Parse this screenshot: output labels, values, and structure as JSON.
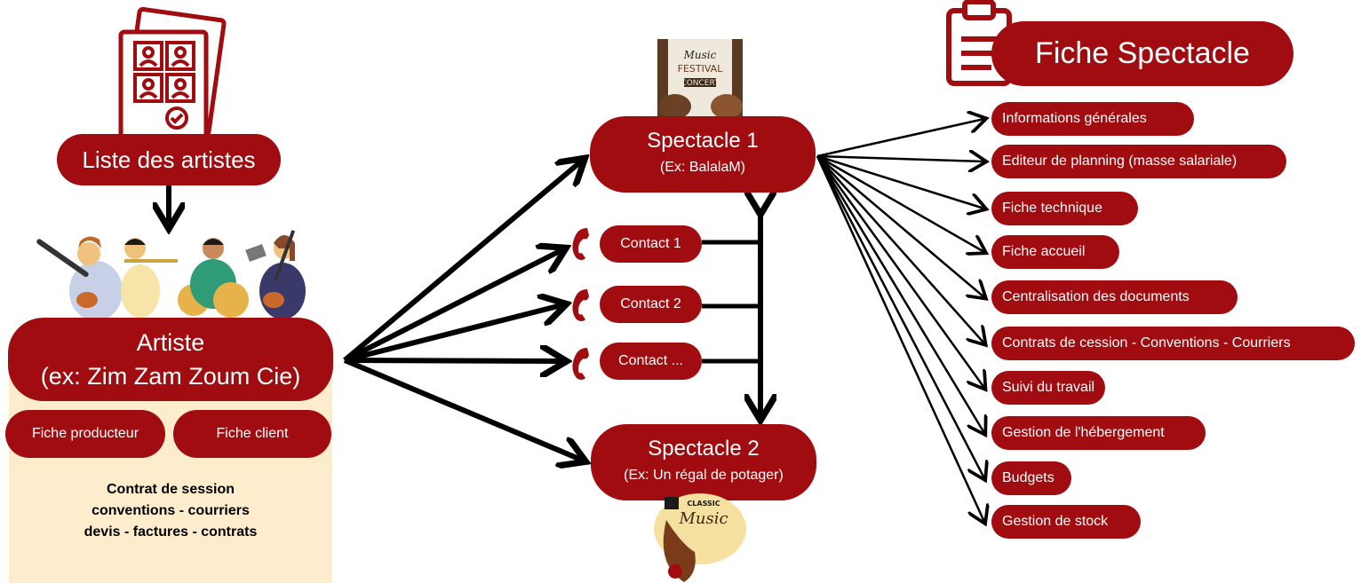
{
  "artist_list": {
    "label": "Liste des artistes"
  },
  "artist": {
    "title": "Artiste",
    "example": "(ex: Zim Zam Zoum Cie)"
  },
  "artist_sheets": {
    "producer": "Fiche producteur",
    "client": "Fiche client"
  },
  "artist_docs": {
    "line1": "Contrat de session",
    "line2": "conventions - courriers",
    "line3": "devis - factures - contrats"
  },
  "contacts": [
    "Contact 1",
    "Contact 2",
    "Contact ..."
  ],
  "show1": {
    "title": "Spectacle 1",
    "example": "(Ex: BalalaM)"
  },
  "show2": {
    "title": "Spectacle 2",
    "example": "(Ex: Un régal de potager)"
  },
  "poster1": {
    "line1": "Music",
    "line2": "FESTIVAL",
    "line3": "CONCERT"
  },
  "poster2": {
    "line1": "CLASSIC",
    "line2": "Music"
  },
  "show_sheet": {
    "title": "Fiche Spectacle",
    "features": [
      "Informations générales",
      "Editeur de planning (masse salariale)",
      "Fiche technique",
      "Fiche accueil",
      "Centralisation des documents",
      "Contrats de cession - Conventions - Courriers",
      "Suivi du travail",
      "Gestion de l'hébergement",
      "Budgets",
      "Gestion de stock"
    ]
  },
  "colors": {
    "accent": "#a00c0f",
    "panel": "#fdedcc"
  }
}
